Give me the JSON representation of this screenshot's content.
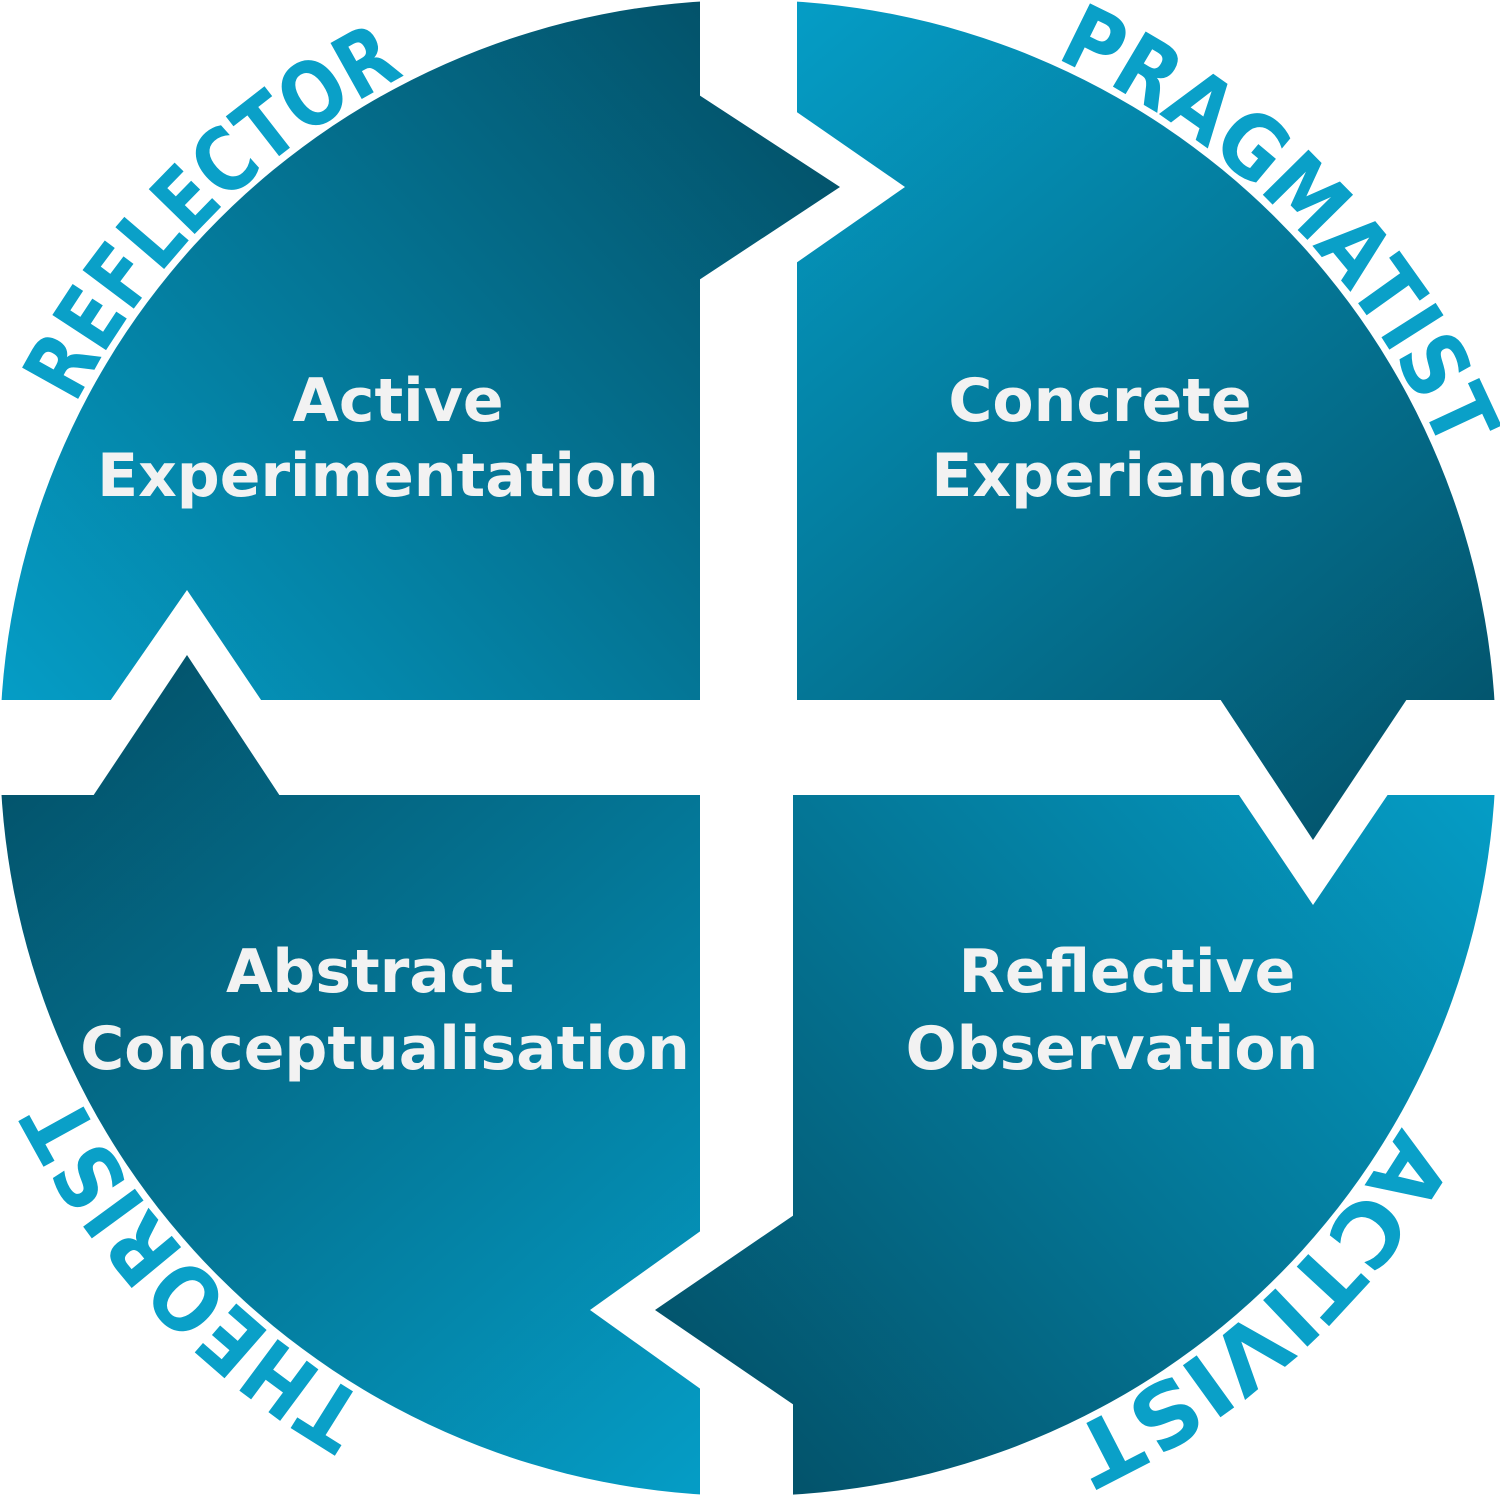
{
  "title": "Learning cycle",
  "colors": {
    "light": "#059dc6",
    "dark": "#04506a",
    "label": "#0aa0c8",
    "text": "#f2f2f2"
  },
  "quadrants": [
    {
      "id": "top-left",
      "lines": [
        "Active",
        "Experimentation"
      ],
      "style": "REFLECTOR"
    },
    {
      "id": "top-right",
      "lines": [
        "Concrete",
        "Experience"
      ],
      "style": "PRAGMATIST"
    },
    {
      "id": "bottom-right",
      "lines": [
        "Reflective",
        "Observation"
      ],
      "style": "ACTIVIST"
    },
    {
      "id": "bottom-left",
      "lines": [
        "Abstract",
        "Conceptualisation"
      ],
      "style": "THEORIST"
    }
  ]
}
